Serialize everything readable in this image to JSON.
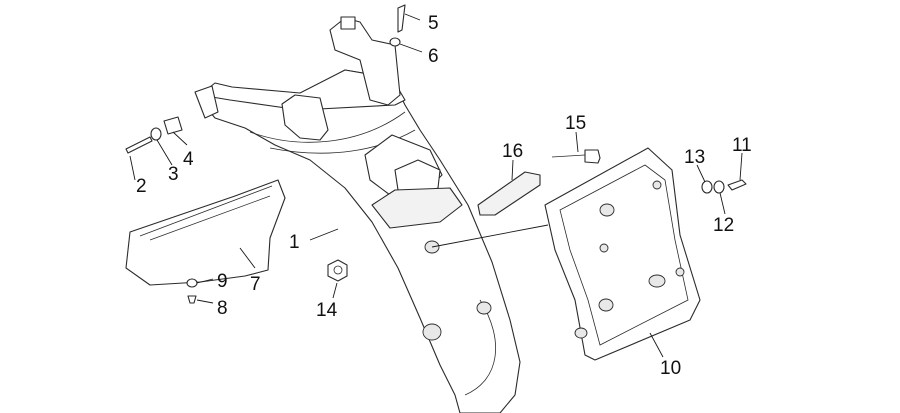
{
  "diagram": {
    "callouts": [
      {
        "id": "c1",
        "label": "1"
      },
      {
        "id": "c2",
        "label": "2"
      },
      {
        "id": "c3",
        "label": "3"
      },
      {
        "id": "c4",
        "label": "4"
      },
      {
        "id": "c5",
        "label": "5"
      },
      {
        "id": "c6",
        "label": "6"
      },
      {
        "id": "c7",
        "label": "7"
      },
      {
        "id": "c8",
        "label": "8"
      },
      {
        "id": "c9",
        "label": "9"
      },
      {
        "id": "c10",
        "label": "10"
      },
      {
        "id": "c11",
        "label": "11"
      },
      {
        "id": "c12",
        "label": "12"
      },
      {
        "id": "c13",
        "label": "13"
      },
      {
        "id": "c14",
        "label": "14"
      },
      {
        "id": "c15",
        "label": "15"
      },
      {
        "id": "c16",
        "label": "16"
      }
    ]
  }
}
